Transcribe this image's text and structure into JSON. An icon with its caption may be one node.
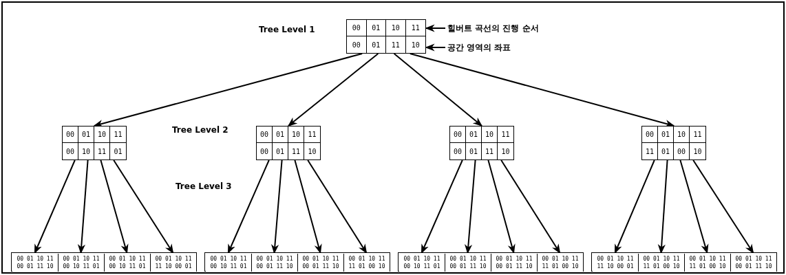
{
  "diagram": {
    "nodes": [
      {
        "text": [
          "00",
          "01",
          "10",
          "11",
          "00",
          "01",
          "11",
          "10"
        ]
      },
      {
        "text": [
          "힐버트 곡선의 진행 순서"
        ]
      },
      {
        "text": [
          "공간 영역의 좌표"
        ]
      },
      {
        "text": [
          "00",
          "01",
          "10",
          "11",
          "00",
          "10",
          "11",
          "01"
        ]
      },
      {
        "text": [
          "00",
          "01",
          "10",
          "11",
          "00",
          "01",
          "11",
          "10"
        ]
      },
      {
        "text": [
          "00",
          "01",
          "10",
          "11",
          "00",
          "01",
          "11",
          "10"
        ]
      },
      {
        "text": [
          "00",
          "01",
          "10",
          "11",
          "11",
          "01",
          "00",
          "10"
        ]
      },
      {
        "text": [],
        "shape": "box"
      },
      {
        "text": [
          "00 01 10 11",
          "00 01 11 10"
        ],
        "in": 7
      },
      {
        "text": [
          "00 01 10 11",
          "00 10 11 01"
        ],
        "in": 7
      },
      {
        "text": [
          "00 01 10 11",
          "00 10 11 01"
        ],
        "in": 7
      },
      {
        "text": [
          "00 01 10 11",
          "11 10 00 01"
        ],
        "in": 7
      },
      {
        "text": [],
        "shape": "box"
      },
      {
        "text": [
          "00 01 10 11",
          "00 10 11 01"
        ],
        "in": 12
      },
      {
        "text": [
          "00 01 10 11",
          "00 01 11 10"
        ],
        "in": 12
      },
      {
        "text": [
          "00 01 10 11",
          "00 01 11 10"
        ],
        "in": 12
      },
      {
        "text": [
          "00 01 10 11",
          "11 01 00 10"
        ],
        "in": 12
      },
      {
        "text": [],
        "shape": "box"
      },
      {
        "text": [
          "00 01 10 11",
          "00 10 11 01"
        ],
        "in": 17
      },
      {
        "text": [
          "00 01 10 11",
          "00 01 11 10"
        ],
        "in": 17
      },
      {
        "text": [
          "00 01 10 11",
          "00 01 11 10"
        ],
        "in": 17
      },
      {
        "text": [
          "00 01 10 11",
          "11 01 00 10"
        ],
        "in": 17
      },
      {
        "text": [],
        "shape": "box"
      },
      {
        "text": [
          "00 01 10 11",
          "11 10 00 01"
        ],
        "in": 22
      },
      {
        "text": [
          "00 01 10 11",
          "11 01 00 10"
        ],
        "in": 22
      },
      {
        "text": [
          "00 01 10 11",
          "11 01 00 10"
        ],
        "in": 22
      },
      {
        "text": [
          "00 01 10 11",
          "00 01 11 10"
        ],
        "in": 22
      }
    ],
    "edges": [
      {
        "from": 1,
        "to": 0,
        "arrow": "to"
      },
      {
        "from": 2,
        "to": 0,
        "arrow": "to"
      },
      {
        "from": 0,
        "to": 3,
        "arrow": "to"
      },
      {
        "from": 0,
        "to": 4,
        "arrow": "to"
      },
      {
        "from": 0,
        "to": 5,
        "arrow": "to"
      },
      {
        "from": 0,
        "to": 6,
        "arrow": "to"
      },
      {
        "from": 3,
        "to": 8,
        "arrow": "to"
      },
      {
        "from": 3,
        "to": 9,
        "arrow": "to"
      },
      {
        "from": 3,
        "to": 10,
        "arrow": "to"
      },
      {
        "from": 3,
        "to": 11,
        "arrow": "to"
      },
      {
        "from": 4,
        "to": 13,
        "arrow": "to"
      },
      {
        "from": 4,
        "to": 14,
        "arrow": "to"
      },
      {
        "from": 4,
        "to": 15,
        "arrow": "to"
      },
      {
        "from": 4,
        "to": 16,
        "arrow": "to"
      },
      {
        "from": 5,
        "to": 18,
        "arrow": "to"
      },
      {
        "from": 5,
        "to": 19,
        "arrow": "to"
      },
      {
        "from": 5,
        "to": 20,
        "arrow": "to"
      },
      {
        "from": 5,
        "to": 21,
        "arrow": "to"
      },
      {
        "from": 6,
        "to": 23,
        "arrow": "to"
      },
      {
        "from": 6,
        "to": 24,
        "arrow": "to"
      },
      {
        "from": 6,
        "to": 25,
        "arrow": "to"
      },
      {
        "from": 6,
        "to": 26,
        "arrow": "to"
      }
    ],
    "labels": [
      "Tree Level 1",
      "Tree Level 2",
      "Tree Level 3"
    ]
  }
}
